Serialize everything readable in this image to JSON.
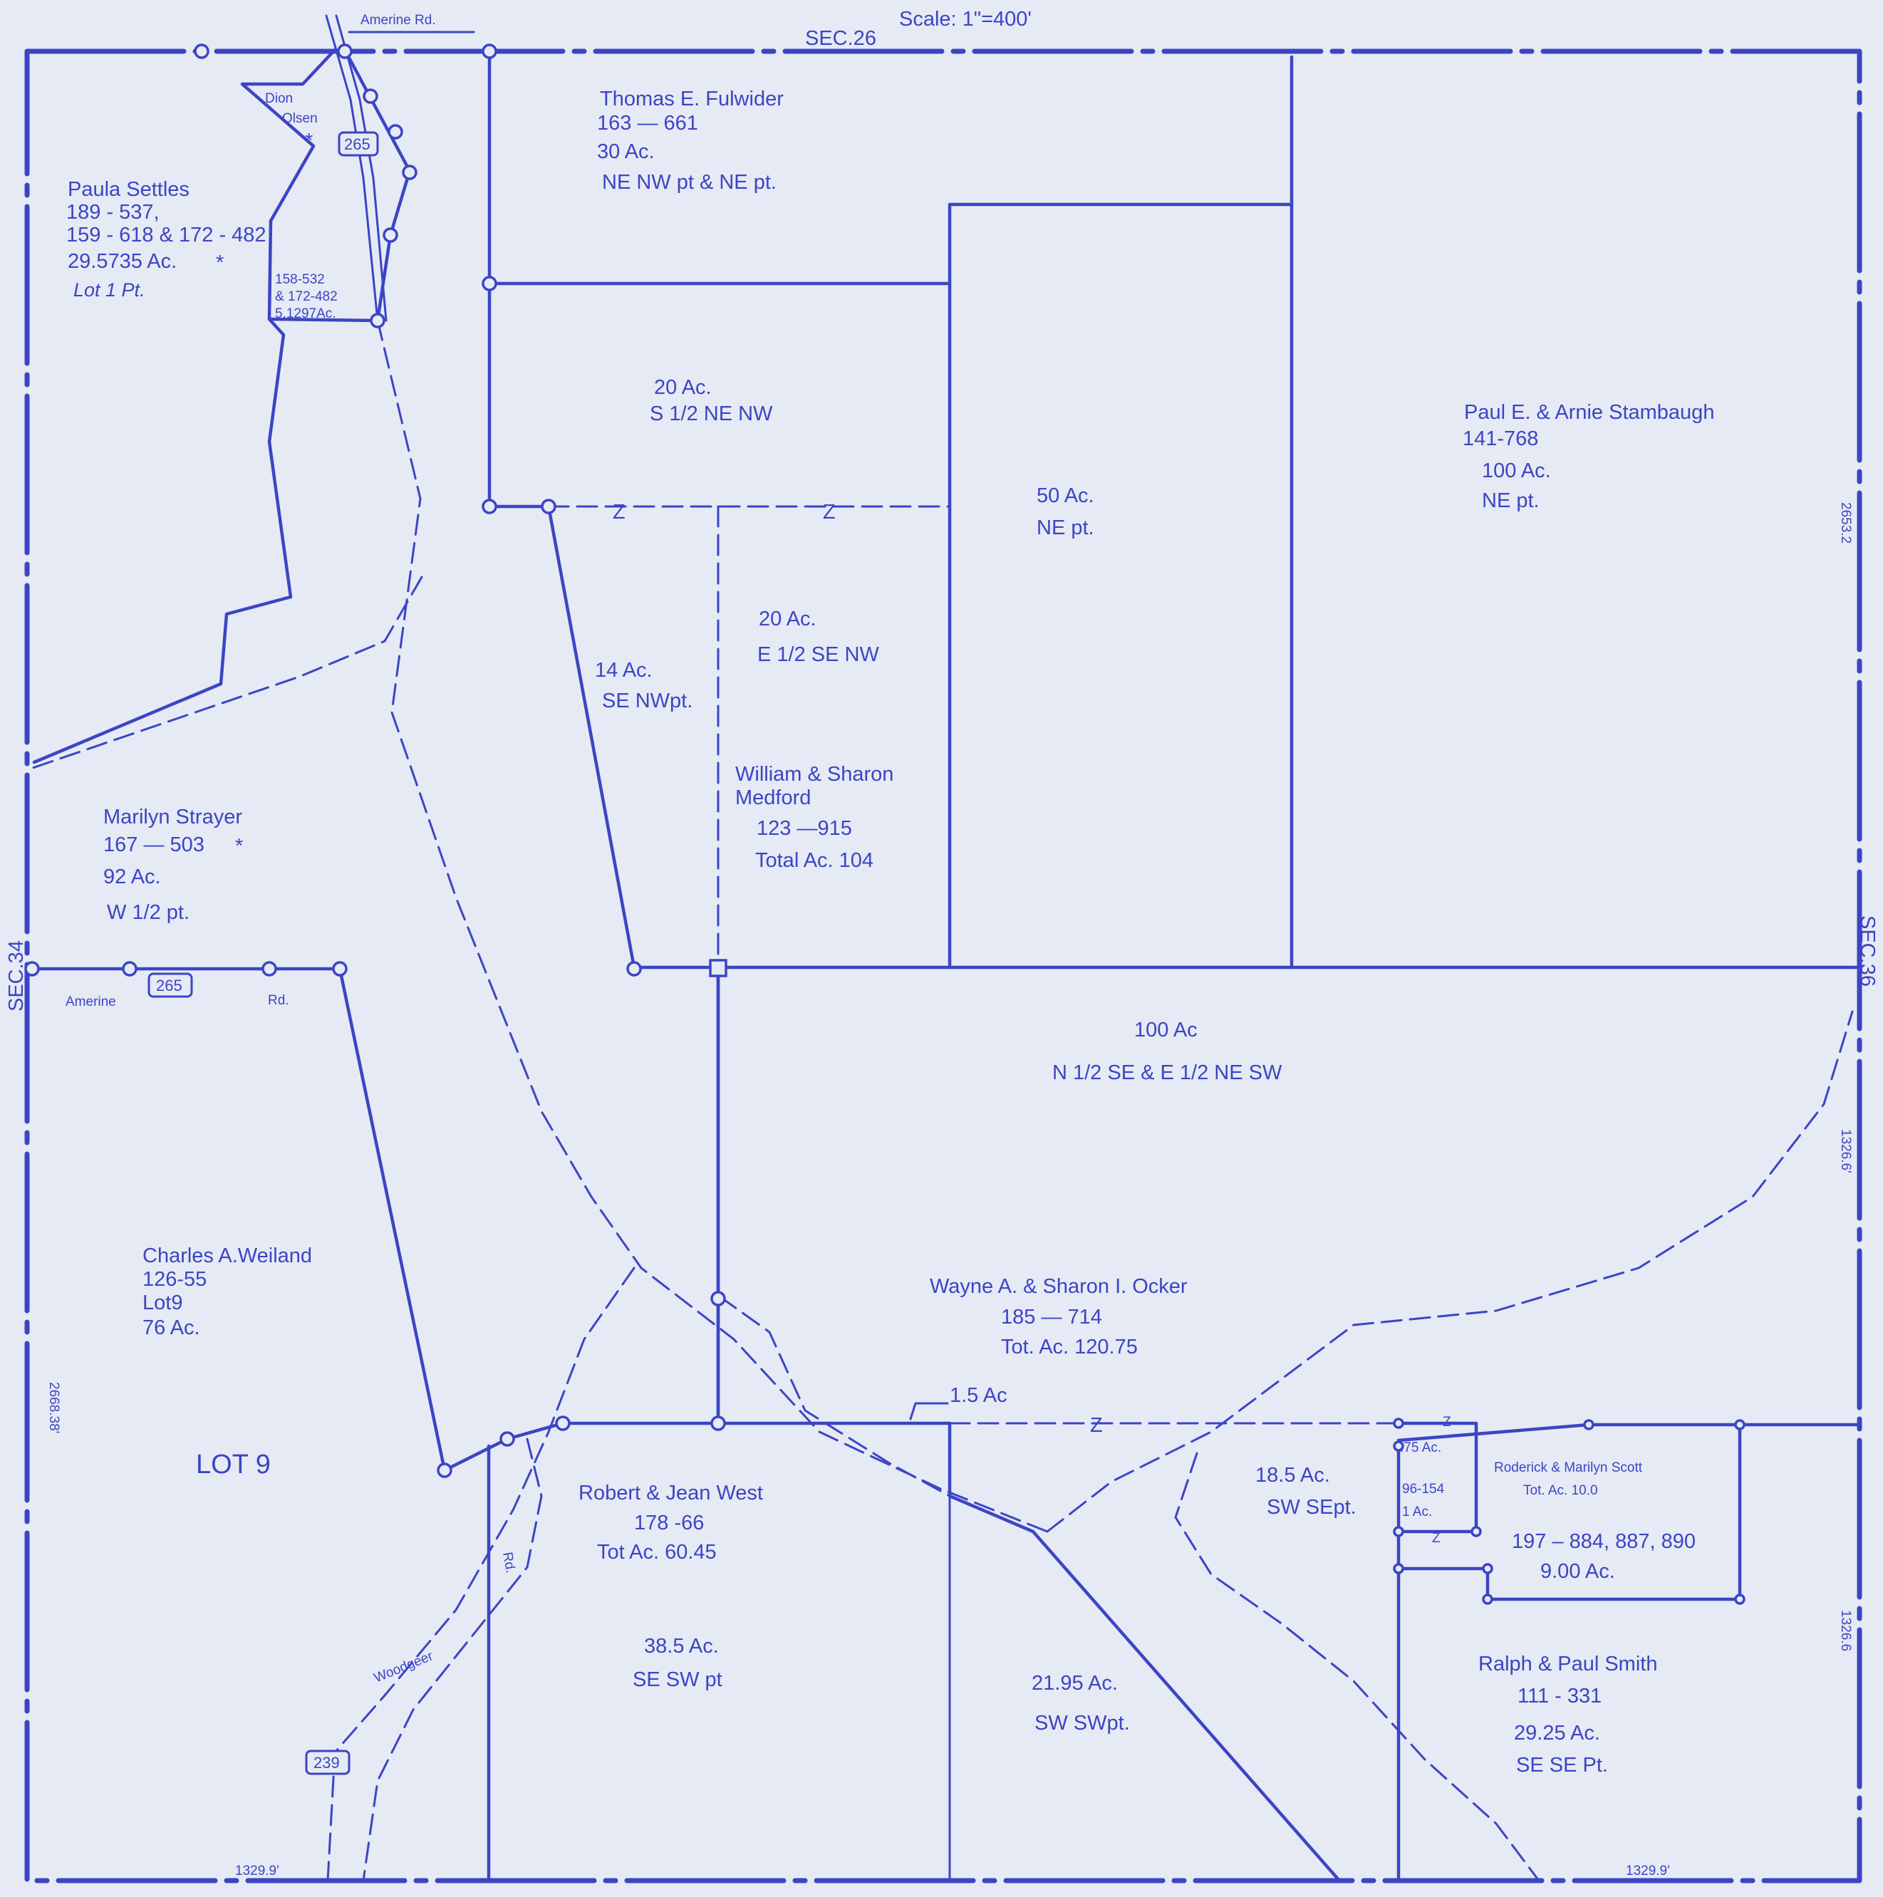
{
  "header": {
    "scale": "Scale: 1\"=400'",
    "sec_top": "SEC.26"
  },
  "sections": {
    "left": "SEC.34",
    "right": "SEC.36"
  },
  "dimensions": {
    "left": "2668.38'",
    "right_top": "2653.2",
    "right_middle": "1326.6'",
    "right_bottom": "1326.6",
    "bottom_left": "1329.9'",
    "bottom_right": "1329.9'"
  },
  "roads": {
    "amerine_top": "Amerine Rd.",
    "amerine_left": "Amerine",
    "amerine_rd": "Rd.",
    "woodgeer": "Woodgeer",
    "woodgeer_rd": "Rd.",
    "route_265": "265",
    "route_239": "239"
  },
  "parcels": {
    "dion_olsen": {
      "line1": "Dion",
      "line2": "Olsen"
    },
    "settles": {
      "owner": "Paula Settles",
      "deed1": "189 - 537,",
      "deed2": "159 - 618  & 172 - 482",
      "acres": "29.5735 Ac.",
      "desc": "Lot 1 Pt."
    },
    "small_lot": {
      "line1": "158-532",
      "line2": "& 172-482",
      "line3": "5.1297Ac."
    },
    "fulwider": {
      "owner": "Thomas E. Fulwider",
      "deed": "163 — 661",
      "acres": "30  Ac.",
      "desc": "NE NW pt  &  NE pt."
    },
    "s_half": {
      "acres": "20  Ac.",
      "desc": "S 1/2  NE  NW"
    },
    "ne_pt": {
      "acres": "50 Ac.",
      "desc": "NE pt."
    },
    "stambaugh": {
      "owner": "Paul E. & Arnie Stambaugh",
      "deed": "141-768",
      "acres": "100  Ac.",
      "desc": "NE pt."
    },
    "e_half": {
      "acres": "20 Ac.",
      "desc": "E 1/2  SE  NW"
    },
    "se_nw": {
      "acres": "14  Ac.",
      "desc": "SE  NWpt."
    },
    "medford": {
      "owner1": "William & Sharon",
      "owner2": "Medford",
      "deed": "123 —915",
      "total": "Total  Ac. 104"
    },
    "strayer": {
      "owner": "Marilyn Strayer",
      "deed": "167 — 503",
      "acres": "92  Ac.",
      "desc": "W 1/2  pt."
    },
    "n_half": {
      "acres": "100  Ac",
      "desc": "N 1/2  SE  &  E 1/2  NE  SW"
    },
    "weiland": {
      "owner": "Charles  A.Weiland",
      "deed": "126-55",
      "lot": "Lot9",
      "acres": "76 Ac."
    },
    "lot9": {
      "label": "LOT 9"
    },
    "ocker": {
      "owner": "Wayne A. & Sharon I. Ocker",
      "deed": "185 — 714",
      "total": "Tot. Ac. 120.75"
    },
    "small_15": {
      "acres": "1.5  Ac"
    },
    "west": {
      "owner": "Robert & Jean  West",
      "deed": "178 -66",
      "total": "Tot  Ac. 60.45"
    },
    "sw_se": {
      "acres": "18.5  Ac.",
      "desc": "SW  SEpt."
    },
    "small_75": {
      "acres": ".75 Ac."
    },
    "small_1": {
      "deed": "96-154",
      "acres": "1 Ac."
    },
    "scott": {
      "owner": "Roderick & Marilyn Scott",
      "total": "Tot. Ac. 10.0",
      "deed": "197 – 884, 887, 890",
      "acres": "9.00  Ac."
    },
    "se_sw": {
      "acres": "38.5  Ac.",
      "desc": "SE  SW  pt"
    },
    "sw_sw": {
      "acres": "21.95  Ac.",
      "desc": "SW  SWpt."
    },
    "smith": {
      "owner": "Ralph & Paul  Smith",
      "deed": "111 - 331",
      "acres": "29.25  Ac.",
      "desc": "SE  SE  Pt."
    }
  },
  "colors": {
    "ink": "#3b45c4",
    "paper": "#e6eaf4"
  }
}
